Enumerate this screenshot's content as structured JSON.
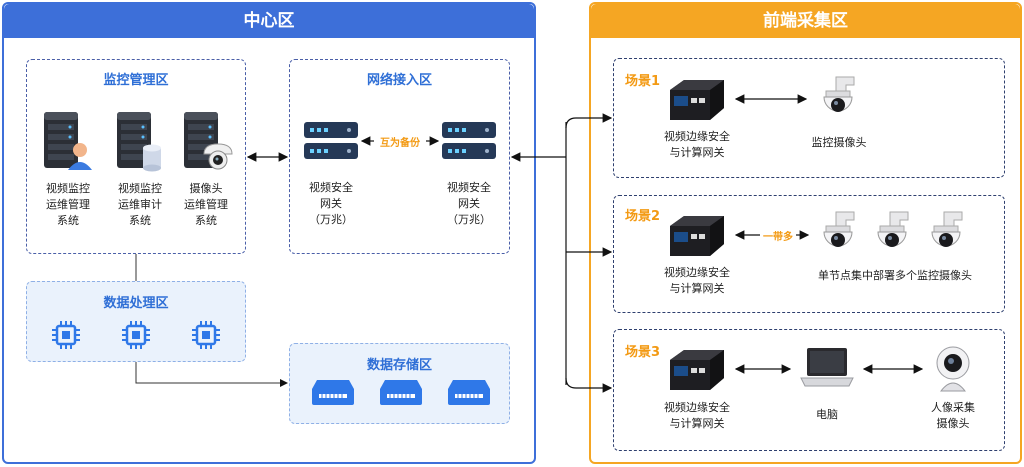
{
  "center": {
    "title": "中心区",
    "monitor": {
      "title": "监控管理区",
      "items": [
        {
          "lines": [
            "视频监控",
            "运维管理",
            "系统"
          ],
          "icon": "server-user-icon"
        },
        {
          "lines": [
            "视频监控",
            "运维审计",
            "系统"
          ],
          "icon": "server-database-icon"
        },
        {
          "lines": [
            "摄像头",
            "运维管理",
            "系统"
          ],
          "icon": "server-camera-icon"
        }
      ]
    },
    "network": {
      "title": "网络接入区",
      "gw_left": [
        "视频安全",
        "网关",
        "（万兆）"
      ],
      "gw_right": [
        "视频安全",
        "网关",
        "（万兆）"
      ],
      "backup_label": "互为备份"
    },
    "processing": {
      "title": "数据处理区"
    },
    "storage": {
      "title": "数据存储区"
    }
  },
  "front": {
    "title": "前端采集区",
    "scenes": [
      {
        "title": "场景1",
        "device": [
          "视频边缘安全",
          "与计算网关"
        ],
        "target": "监控摄像头"
      },
      {
        "title": "场景2",
        "device": [
          "视频边缘安全",
          "与计算网关"
        ],
        "link": "一带多",
        "target": "单节点集中部署多个监控摄像头"
      },
      {
        "title": "场景3",
        "device": [
          "视频边缘安全",
          "与计算网关"
        ],
        "mid": "电脑",
        "target": [
          "人像采集",
          "摄像头"
        ]
      }
    ]
  },
  "colors": {
    "blue": "#3d6fd9",
    "orange": "#f5a623",
    "navy": "#1f3a6b",
    "label_orange": "#f39a14"
  }
}
